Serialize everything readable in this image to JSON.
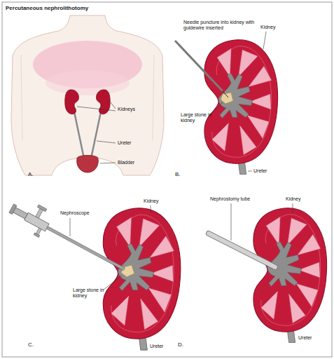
{
  "diagram": {
    "title": "Percutaneous nephrolithotomy",
    "labels": [
      "A.",
      "Kidneys",
      "Ureter",
      "Bladder",
      "Needle puncture into kidney with guidewire inserted",
      "Kidney",
      "Large stone in kidney",
      "Ureter",
      "B.",
      "Nephroscope",
      "Kidney",
      "Large stone in kidney",
      "Ureter",
      "C.",
      "Nephrostomy tube",
      "Kidney",
      "Ureter",
      "D."
    ]
  }
}
